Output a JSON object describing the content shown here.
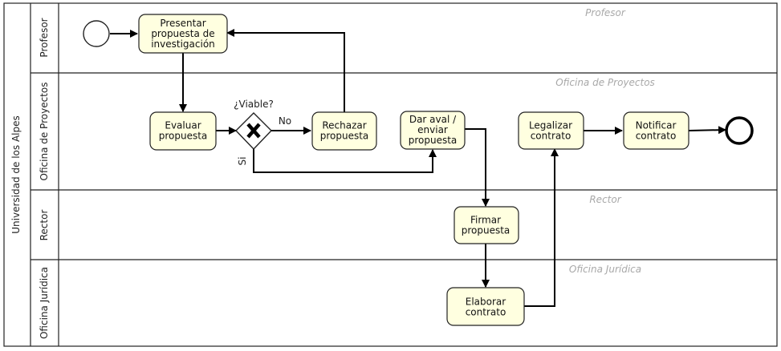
{
  "pool": {
    "label": "Universidad de los Alpes"
  },
  "lanes": [
    {
      "id": "profesor",
      "label": "Profesor",
      "watermark": "Profesor"
    },
    {
      "id": "oficina_proyectos",
      "label": "Oficina de Proyectos",
      "watermark": "Oficina de Proyectos"
    },
    {
      "id": "rector",
      "label": "Rector",
      "watermark": "Rector"
    },
    {
      "id": "oficina_juridica",
      "label": "Oficina Jurídica",
      "watermark": "Oficina Jurídica"
    }
  ],
  "tasks": {
    "presentar": [
      "Presentar",
      "propuesta de",
      "investigación"
    ],
    "evaluar": [
      "Evaluar",
      "propuesta"
    ],
    "rechazar": [
      "Rechazar",
      "propuesta"
    ],
    "dar_aval": [
      "Dar aval /",
      "enviar",
      "propuesta"
    ],
    "firmar": [
      "Firmar",
      "propuesta"
    ],
    "elaborar": [
      "Elaborar",
      "contrato"
    ],
    "legalizar": [
      "Legalizar",
      "contrato"
    ],
    "notificar": [
      "Notificar",
      "contrato"
    ]
  },
  "gateway": {
    "question": "¿Viable?",
    "yes": "Si",
    "no": "No"
  },
  "colors": {
    "task_fill": "#ffffe0",
    "watermark": "#a8a8a8",
    "line": "#000000"
  }
}
